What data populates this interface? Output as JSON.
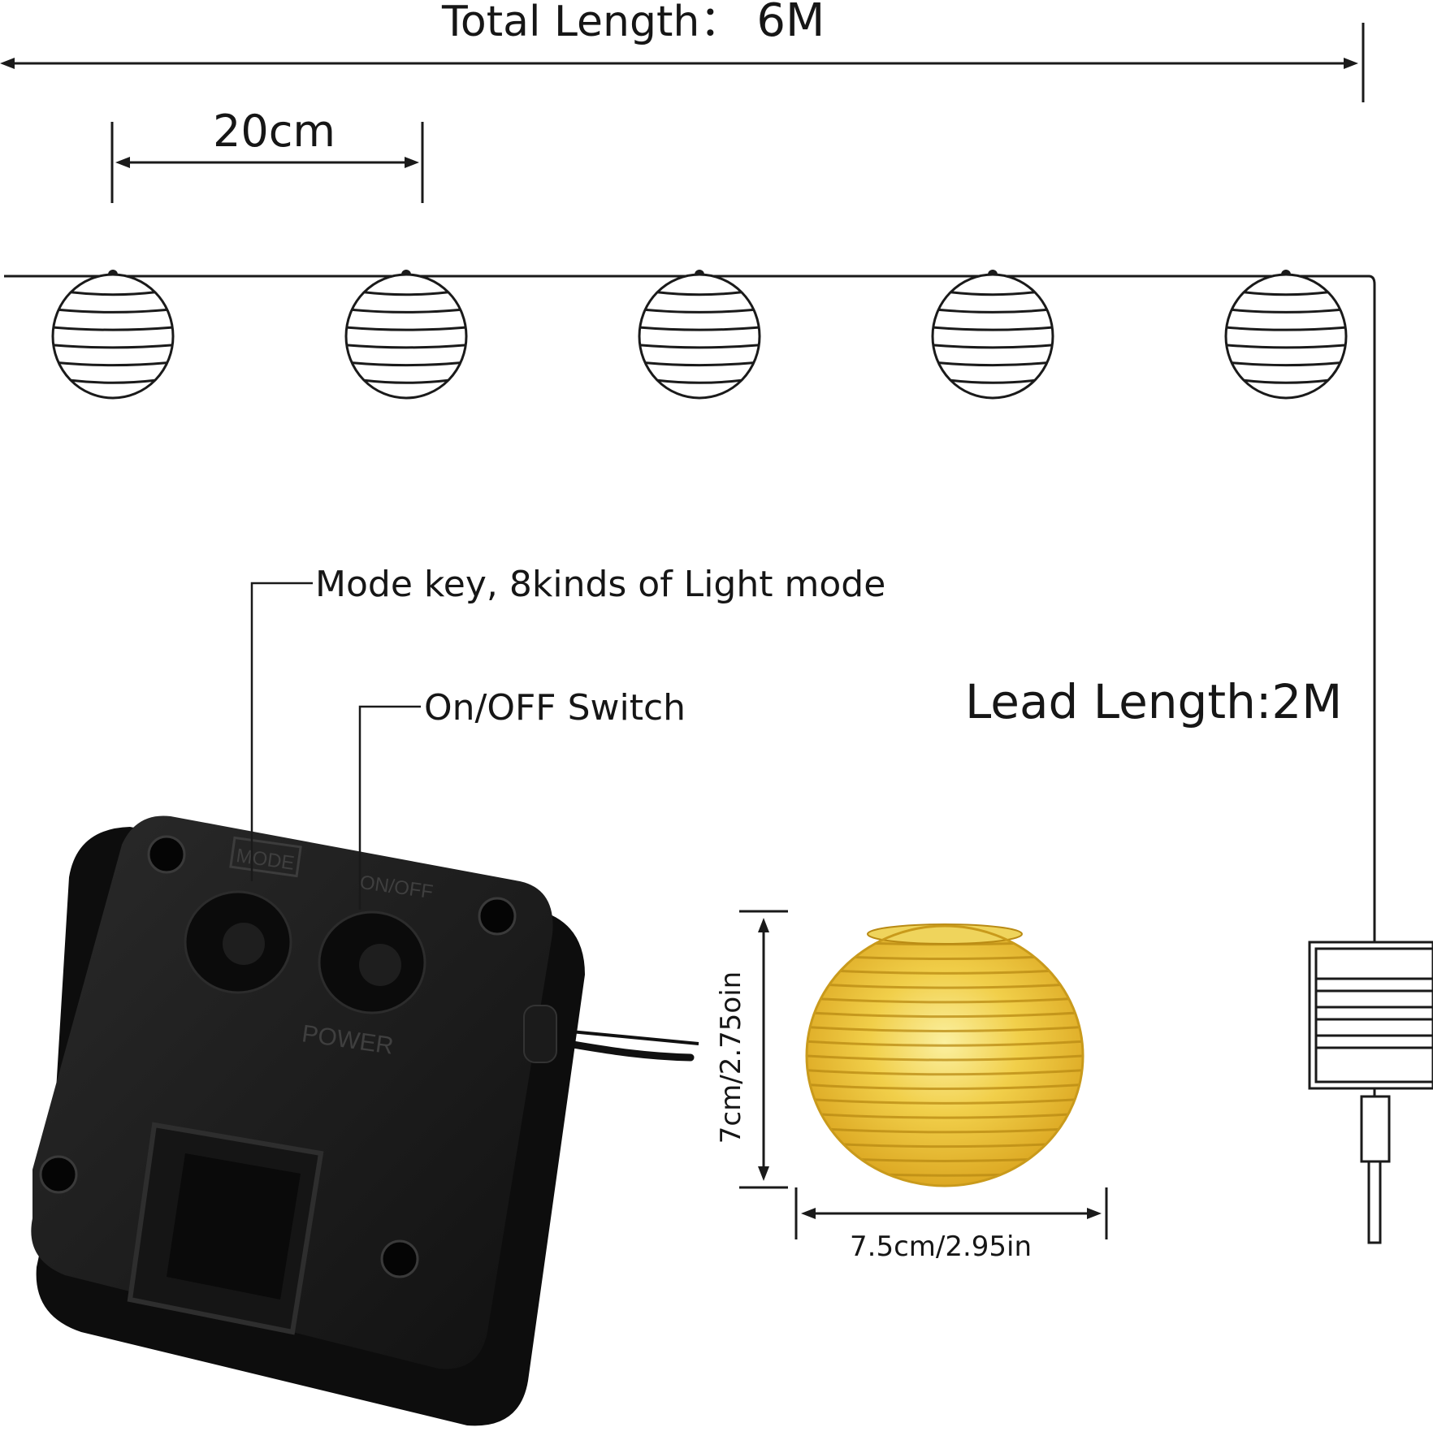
{
  "dimensions": {
    "total_length": {
      "label": "Total Length：",
      "value": "6M"
    },
    "spacing": "20cm",
    "lead_length": "Lead Length:2M",
    "lantern_height": "7cm/2.75oin",
    "lantern_width": "7.5cm/2.95in"
  },
  "callouts": {
    "mode_key": "Mode key, 8kinds of Light mode",
    "switch": "On/OFF Switch"
  },
  "controller": {
    "mode_button_label": "MODE",
    "power_button_label": "ON/OFF",
    "power_text": "POWER"
  },
  "lantern_count": 5,
  "colors": {
    "line": "#1a1a1a",
    "box": "#1c1c1c",
    "lantern_fill": "#e8b72b",
    "lantern_highlight": "#f8e27a"
  }
}
